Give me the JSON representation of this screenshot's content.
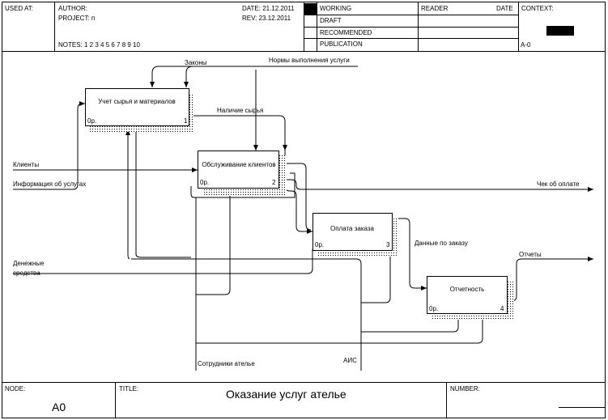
{
  "header": {
    "used_at": "USED AT:",
    "author": "AUTHOR:",
    "project": "PROJECT:  п",
    "notes": "NOTES:  1  2  3  4  5  6  7  8  9  10",
    "date": "DATE: 21.12.2011",
    "rev": "REV:   23.12.2011",
    "status": [
      "WORKING",
      "DRAFT",
      "RECOMMENDED",
      "PUBLICATION"
    ],
    "reader": "READER",
    "reader_date": "DATE",
    "context": "CONTEXT:",
    "context_node": "A-0"
  },
  "boxes": [
    {
      "label": "Учет сырья и материалов",
      "cost": "0р.",
      "number": "1"
    },
    {
      "label": "Обслуживание клиентов",
      "cost": "0р.",
      "number": "2"
    },
    {
      "label": "Оплата заказа",
      "cost": "0р.",
      "number": "3"
    },
    {
      "label": "Отчетность",
      "cost": "0р.",
      "number": "4"
    }
  ],
  "arrows": {
    "zakony": "Законы",
    "normy": "Нормы выполнения услуги",
    "nalichie": "Наличие сырья",
    "klienty": "Клиенты",
    "info": "Информация об услугах",
    "chek": "Чек об оплате",
    "dannye": "Данные по заказу",
    "dengi_1": "Денежные",
    "dengi_2": "средства",
    "otchety": "Отчеты",
    "sotrudniki": "Сотрудники ателье",
    "ais": "АИС"
  },
  "footer": {
    "node_label": "NODE:",
    "node_value": "A0",
    "title_label": "TITLE:",
    "title_value": "Оказание услуг ателье",
    "number_label": "NUMBER:"
  }
}
